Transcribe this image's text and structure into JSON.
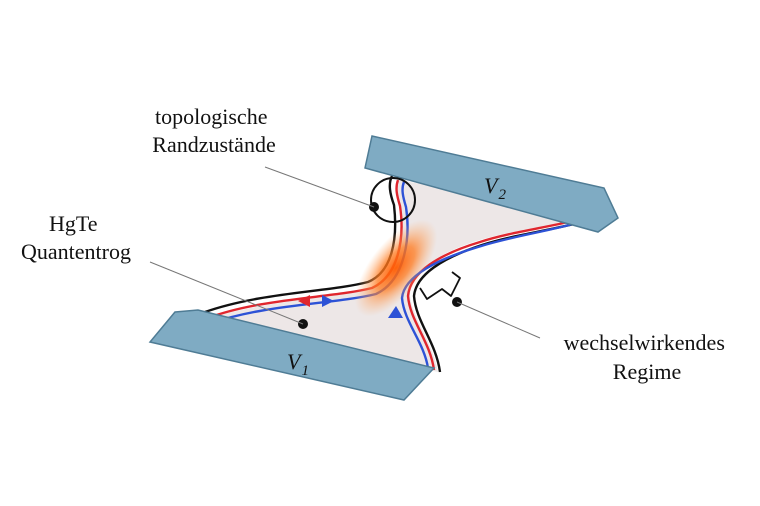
{
  "labels": {
    "edge_states": [
      "topologische",
      "Randzustände"
    ],
    "quantum_well": [
      "HgTe",
      "Quantentrog"
    ],
    "regime": [
      "wechselwirkendes",
      "Regime"
    ]
  },
  "contacts": {
    "v1": {
      "symbol": "V",
      "subscript": "1"
    },
    "v2": {
      "symbol": "V",
      "subscript": "2"
    }
  },
  "colors": {
    "contact": "#7fabc3",
    "contact_stroke": "#4f7c95",
    "channel_fill": "#ede7e7",
    "edge_red": "#e0262e",
    "edge_blue": "#2d52d6",
    "boundary": "#111111",
    "constriction_glow": "#ff6a1a"
  }
}
